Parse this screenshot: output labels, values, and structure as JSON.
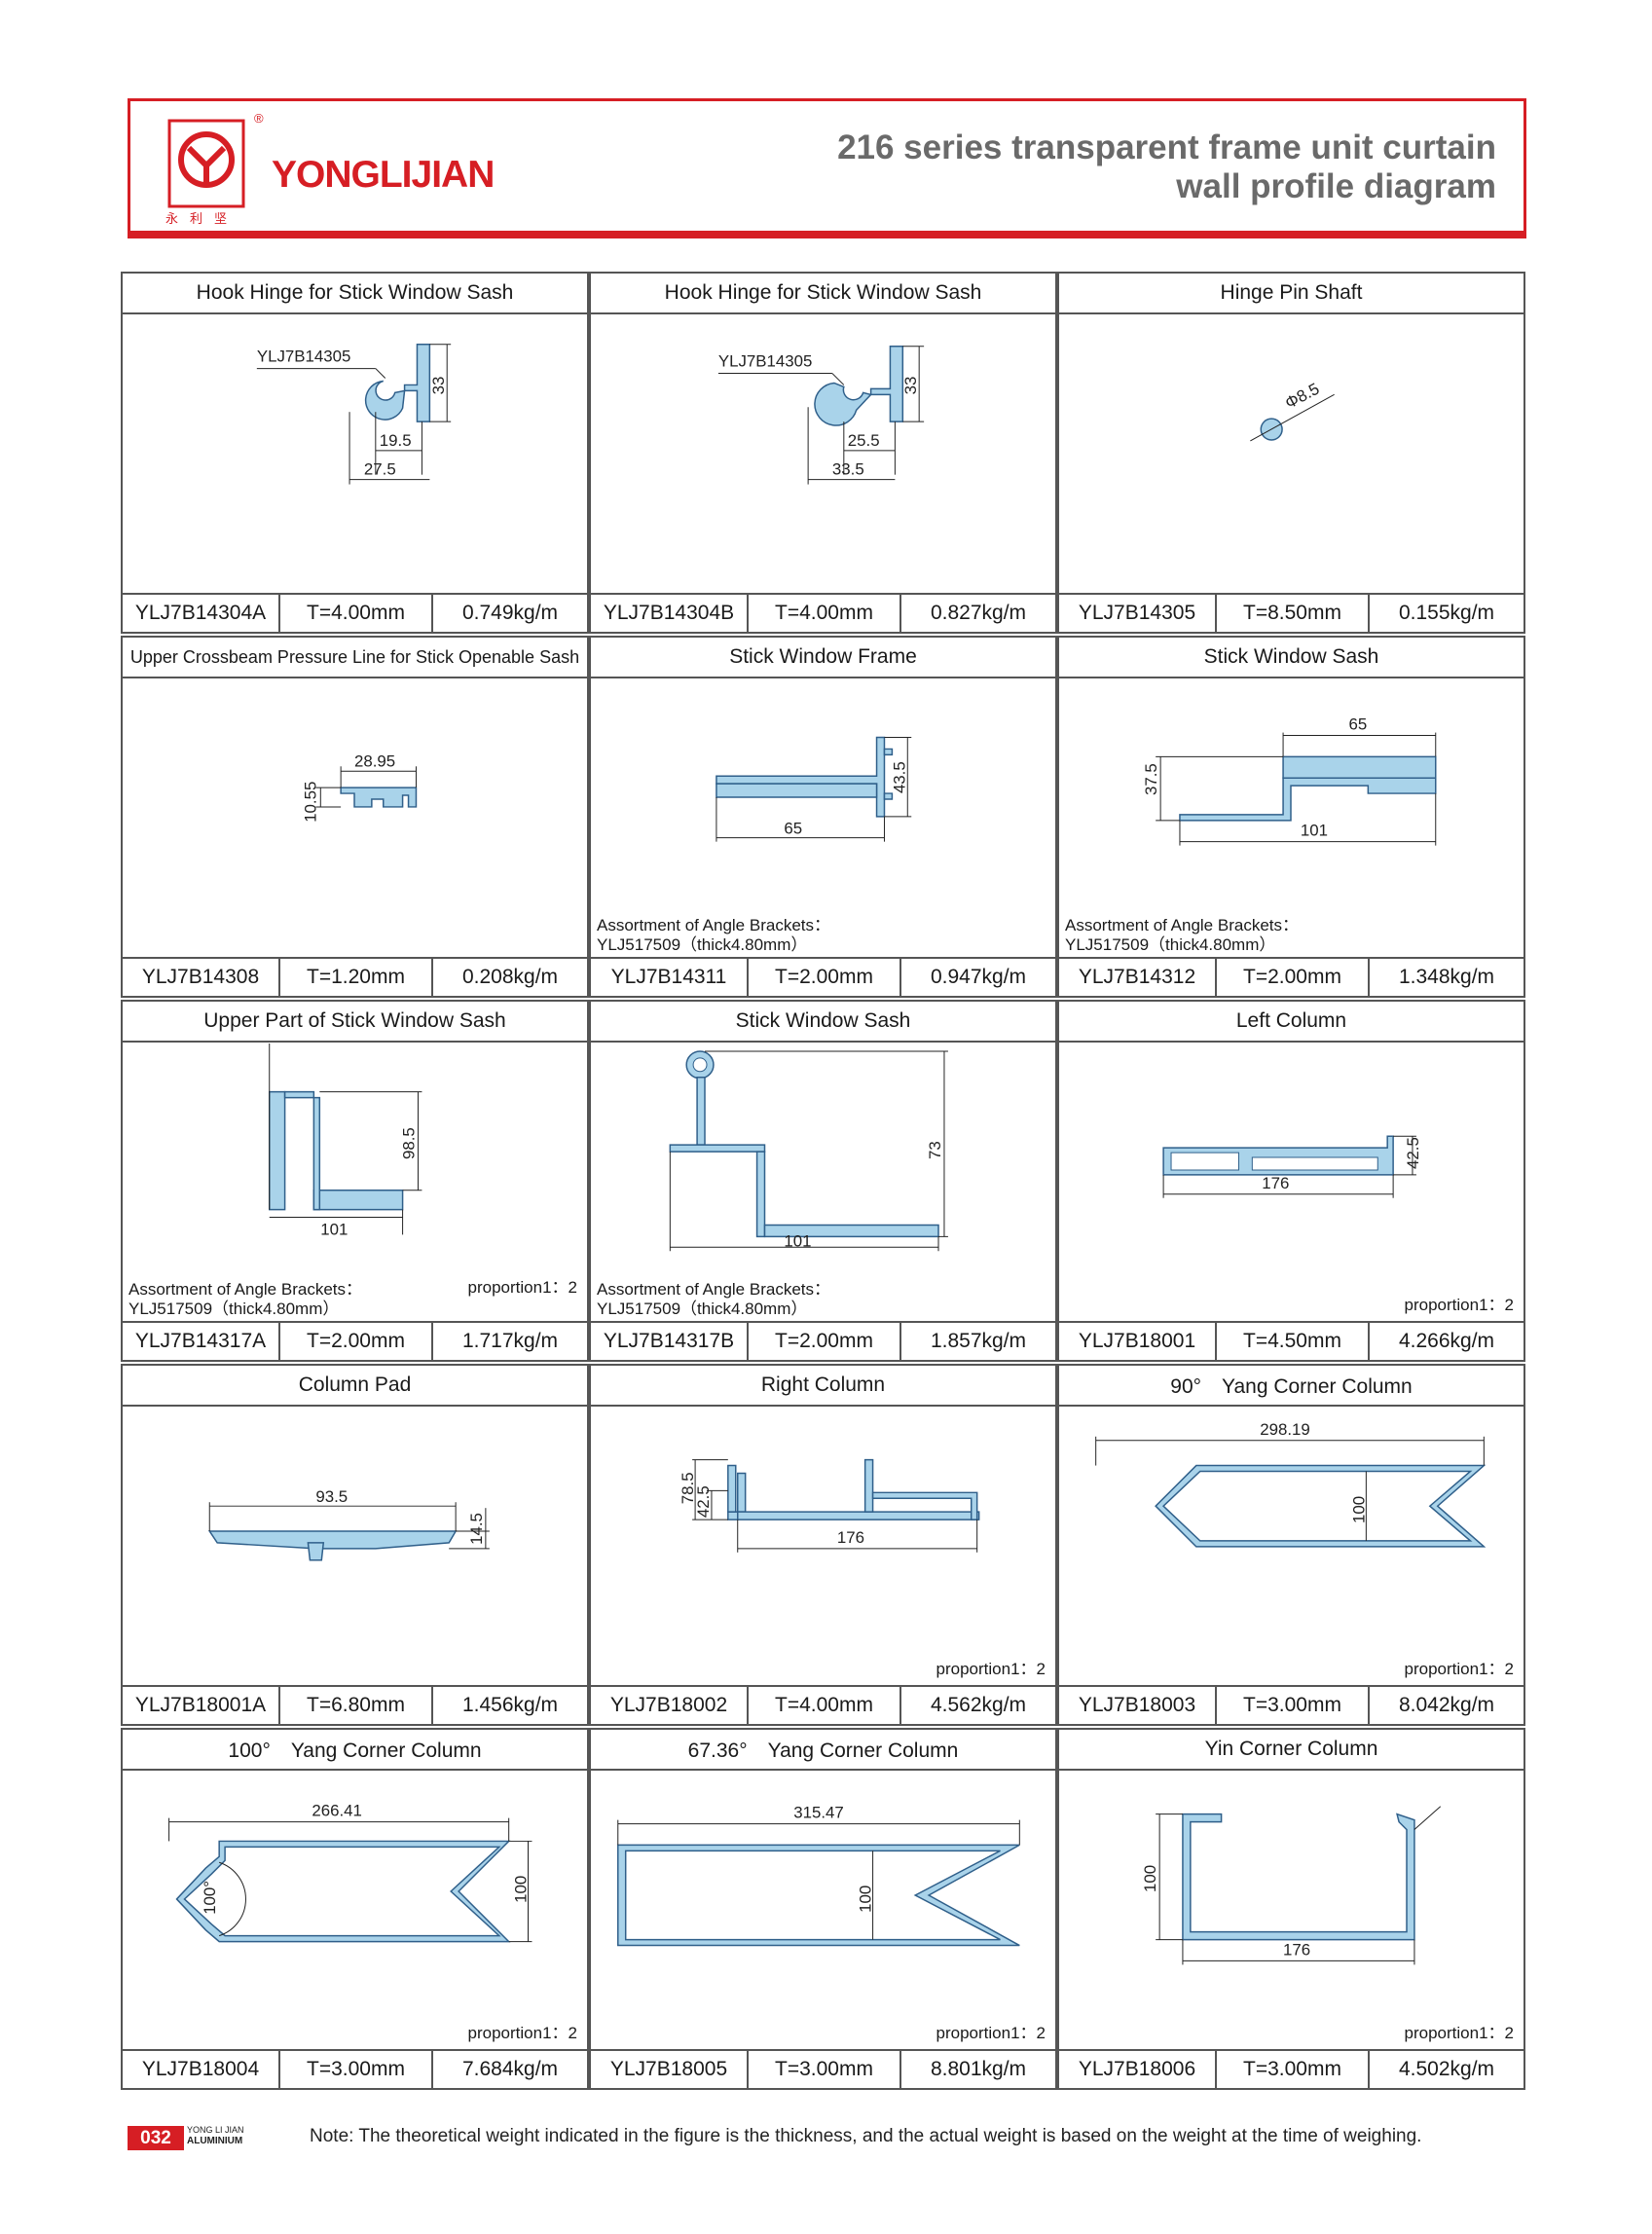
{
  "header": {
    "brand": "YONGLIJIAN",
    "brand_cn": "永利坚",
    "registered": "®",
    "title_line1": "216 series transparent frame unit curtain",
    "title_line2": "wall profile diagram",
    "accent_color": "#d61e24"
  },
  "cells": [
    {
      "title": "Hook Hinge for Stick Window Sash",
      "code": "YLJ7B14304A",
      "thickness": "T=4.00mm",
      "weight": "0.749kg/m",
      "dims": [
        "YLJ7B14305",
        "33",
        "19.5",
        "27.5"
      ]
    },
    {
      "title": "Hook Hinge for Stick Window Sash",
      "code": "YLJ7B14304B",
      "thickness": "T=4.00mm",
      "weight": "0.827kg/m",
      "dims": [
        "YLJ7B14305",
        "33",
        "25.5",
        "33.5"
      ]
    },
    {
      "title": "Hinge Pin Shaft",
      "code": "YLJ7B14305",
      "thickness": "T=8.50mm",
      "weight": "0.155kg/m",
      "dims": [
        "Φ8.5"
      ]
    },
    {
      "title": "Upper Crossbeam Pressure Line for Stick Openable Sash",
      "code": "YLJ7B14308",
      "thickness": "T=1.20mm",
      "weight": "0.208kg/m",
      "dims": [
        "10.55",
        "28.95"
      ]
    },
    {
      "title": "Stick Window Frame",
      "code": "YLJ7B14311",
      "thickness": "T=2.00mm",
      "weight": "0.947kg/m",
      "dims": [
        "43.5",
        "65"
      ],
      "note1": "Assortment of Angle Brackets：",
      "note2": "YLJ517509（thick4.80mm）"
    },
    {
      "title": "Stick Window Sash",
      "code": "YLJ7B14312",
      "thickness": "T=2.00mm",
      "weight": "1.348kg/m",
      "dims": [
        "65",
        "37.5",
        "101"
      ],
      "note1": "Assortment of Angle Brackets：",
      "note2": "YLJ517509（thick4.80mm）"
    },
    {
      "title": "Upper Part of Stick Window Sash",
      "code": "YLJ7B14317A",
      "thickness": "T=2.00mm",
      "weight": "1.717kg/m",
      "dims": [
        "98.5",
        "101"
      ],
      "note1": "Assortment of Angle Brackets：",
      "note2": "YLJ517509（thick4.80mm）",
      "proportion": "proportion1：2"
    },
    {
      "title": "Stick Window Sash",
      "code": "YLJ7B14317B",
      "thickness": "T=2.00mm",
      "weight": "1.857kg/m",
      "dims": [
        "73",
        "101"
      ],
      "note1": "Assortment of Angle Brackets：",
      "note2": "YLJ517509（thick4.80mm）"
    },
    {
      "title": "Left Column",
      "code": "YLJ7B18001",
      "thickness": "T=4.50mm",
      "weight": "4.266kg/m",
      "dims": [
        "42.5",
        "176"
      ],
      "proportion": "proportion1：2"
    },
    {
      "title": "Column Pad",
      "code": "YLJ7B18001A",
      "thickness": "T=6.80mm",
      "weight": "1.456kg/m",
      "dims": [
        "93.5",
        "14.5"
      ]
    },
    {
      "title": "Right Column",
      "code": "YLJ7B18002",
      "thickness": "T=4.00mm",
      "weight": "4.562kg/m",
      "dims": [
        "78.5",
        "42.5",
        "176"
      ],
      "proportion": "proportion1：2"
    },
    {
      "title": "90°　Yang Corner Column",
      "code": "YLJ7B18003",
      "thickness": "T=3.00mm",
      "weight": "8.042kg/m",
      "dims": [
        "298.19",
        "100"
      ],
      "proportion": "proportion1：2"
    },
    {
      "title": "100°　Yang Corner Column",
      "code": "YLJ7B18004",
      "thickness": "T=3.00mm",
      "weight": "7.684kg/m",
      "dims": [
        "266.41",
        "100",
        "100°"
      ],
      "proportion": "proportion1：2"
    },
    {
      "title": "67.36°　Yang Corner Column",
      "code": "YLJ7B18005",
      "thickness": "T=3.00mm",
      "weight": "8.801kg/m",
      "dims": [
        "315.47",
        "100"
      ],
      "proportion": "proportion1：2"
    },
    {
      "title": "Yin Corner Column",
      "code": "YLJ7B18006",
      "thickness": "T=3.00mm",
      "weight": "4.502kg/m",
      "dims": [
        "100",
        "176"
      ],
      "proportion": "proportion1：2"
    }
  ],
  "footer": {
    "page_number": "032",
    "brand_small1": "YONG LI JIAN",
    "brand_small2": "ALUMINIUM",
    "note": "Note: The theoretical weight indicated in the figure is the thickness, and the actual weight is based on the weight at the time of weighing."
  }
}
